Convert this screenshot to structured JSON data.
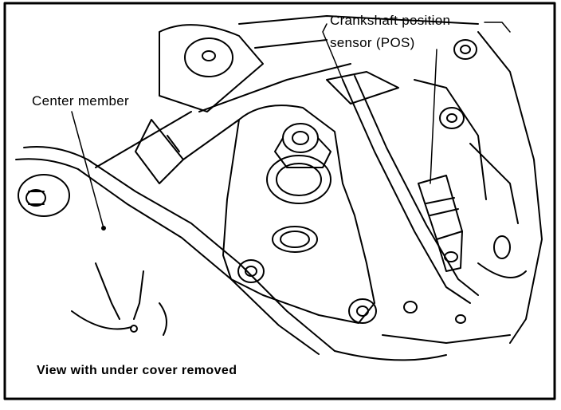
{
  "figure": {
    "labels": {
      "crankshaft_line1": "Crankshaft position",
      "crankshaft_line2": "sensor (POS)",
      "center_member": "Center member"
    },
    "caption": "View with under cover removed"
  }
}
